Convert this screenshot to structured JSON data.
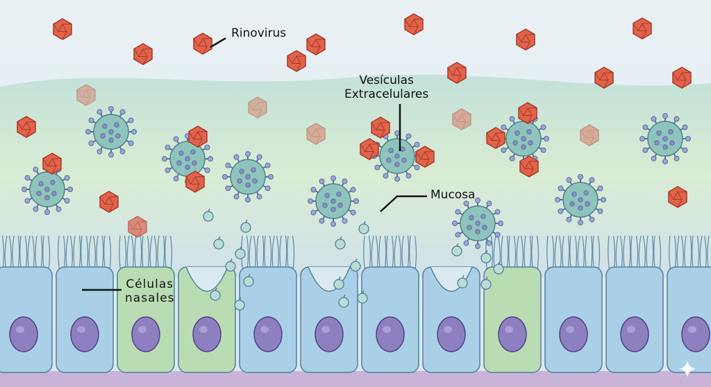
{
  "labels": {
    "rhinovirus": "Rinovirus",
    "vesicles_line1": "Vesículas",
    "vesicles_line2": "Extracelulares",
    "mucosa": "Mucosa",
    "cells_line1": "Células",
    "cells_line2": "nasales"
  },
  "colors": {
    "virus": "#e0634a",
    "vesicle": "#8fc4bd",
    "cell_blue": "#a9d0e6",
    "cell_green": "#b9dcb3",
    "nucleus": "#8e7fc0",
    "mucus": "#cfe6d9"
  }
}
